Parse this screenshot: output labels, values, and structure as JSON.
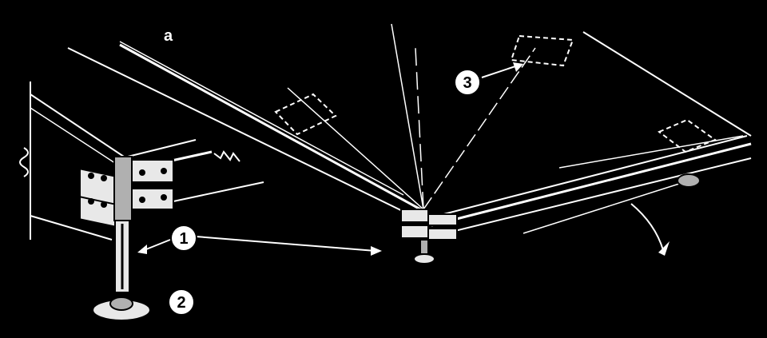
{
  "figure": {
    "panel_label": "a",
    "callouts": [
      {
        "id": "callout-1",
        "number": "1"
      },
      {
        "id": "callout-2",
        "number": "2"
      },
      {
        "id": "callout-3",
        "number": "3"
      }
    ]
  },
  "colors": {
    "background": "#000000",
    "linework": "#ffffff",
    "fill_light": "#e8e8e8",
    "fill_mid": "#b0b0b0"
  }
}
